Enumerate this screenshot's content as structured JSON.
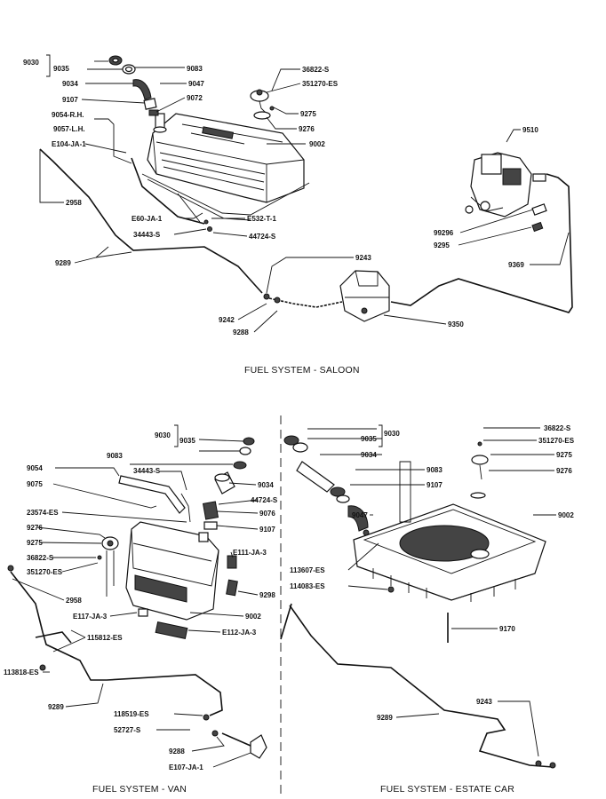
{
  "sections": {
    "saloon": {
      "title": "FUEL SYSTEM - SALOON",
      "labels": {
        "p9030": "9030",
        "p9035": "9035",
        "p9083": "9083",
        "p9034": "9034",
        "p9047": "9047",
        "p9107": "9107",
        "p9072": "9072",
        "p9054": "9054-R.H.",
        "p9057": "9057-L.H.",
        "pE104": "E104-JA-1",
        "p36822": "36822-S",
        "p351270": "351270-ES",
        "p9275": "9275",
        "p9276": "9276",
        "p9002": "9002",
        "p2958": "2958",
        "pE60": "E60-JA-1",
        "pE532": "E532-T-1",
        "p34443": "34443-S",
        "p44724": "44724-S",
        "p9289": "9289",
        "p9243": "9243",
        "p9242": "9242",
        "p9288": "9288",
        "p9350": "9350",
        "p9510": "9510",
        "p99296": "99296",
        "p9295": "9295",
        "p9369": "9369"
      }
    },
    "van": {
      "title": "FUEL SYSTEM - VAN",
      "labels": {
        "p9030": "9030",
        "p9035": "9035",
        "p9083": "9083",
        "p9054": "9054",
        "p34443": "34443-S",
        "p9034": "9034",
        "p9075": "9075",
        "p44724": "44724-S",
        "p23574": "23574-ES",
        "p9076": "9076",
        "p9276": "9276",
        "p9107": "9107",
        "p9275": "9275",
        "pE111": "E111-JA-3",
        "p36822": "36822-S",
        "p351270": "351270-ES",
        "p9298": "9298",
        "p2958": "2958",
        "pE117": "E117-JA-3",
        "p9002": "9002",
        "p115812": "115812-ES",
        "pE112": "E112-JA-3",
        "p113818": "113818-ES",
        "p9289": "9289",
        "p118519": "118519-ES",
        "p52727": "52727-S",
        "p9288": "9288",
        "pE107": "E107-JA-1"
      }
    },
    "estate": {
      "title": "FUEL SYSTEM - ESTATE CAR",
      "labels": {
        "p9030": "9030",
        "p9035": "9035",
        "p9034": "9034",
        "p9083": "9083",
        "p9107": "9107",
        "p9047": "9047",
        "p36822": "36822-S",
        "p351270": "351270-ES",
        "p9275": "9275",
        "p9276": "9276",
        "p9002": "9002",
        "p113607": "113607-ES",
        "p114083": "114083-ES",
        "p9170": "9170",
        "p9289": "9289",
        "p9243": "9243"
      }
    }
  }
}
